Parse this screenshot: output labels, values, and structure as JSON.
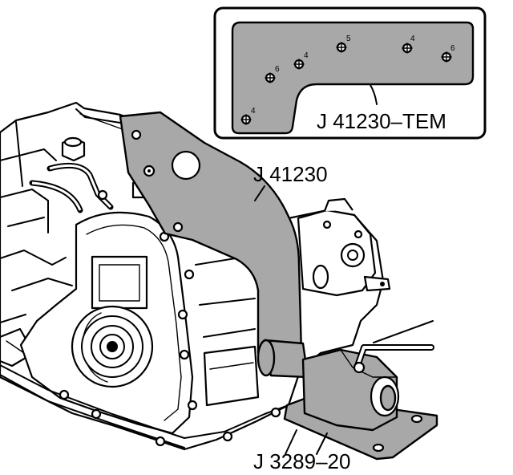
{
  "figure": {
    "labels": {
      "template": "J 41230–TEM",
      "fixture": "J 41230",
      "tool": "J 3289–20"
    },
    "template_hole_labels": [
      "4",
      "6",
      "4",
      "5",
      "4",
      "6"
    ]
  },
  "colors": {
    "line": "#000000",
    "tool_fill": "#a8a8a8",
    "background": "#ffffff"
  }
}
